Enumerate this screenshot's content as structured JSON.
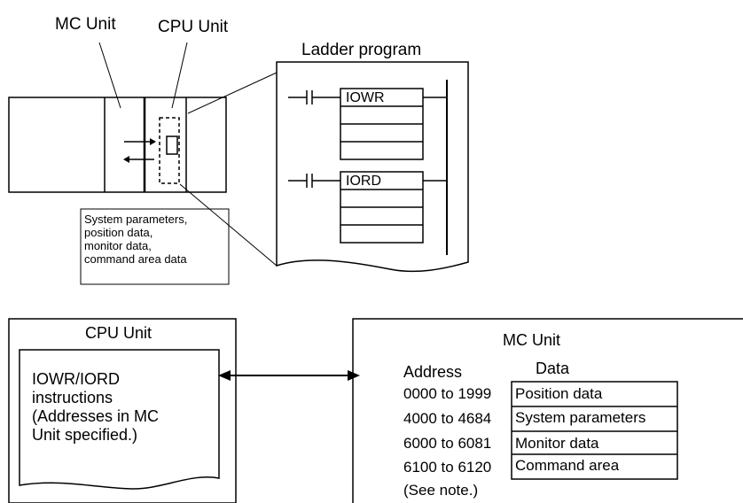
{
  "top": {
    "mc_unit_label": "MC Unit",
    "cpu_unit_label": "CPU Unit",
    "ladder_title": "Ladder program",
    "iowr_label": "IOWR",
    "iord_label": "IORD",
    "data_note": "System parameters,\nposition data,\nmonitor data,\ncommand area data"
  },
  "bottom": {
    "cpu_title": "CPU Unit",
    "cpu_text": "IOWR/IORD\ninstructions\n(Addresses in MC\nUnit specified.)",
    "mc_title": "MC Unit",
    "address_header": "Address",
    "data_header": "Data",
    "rows": [
      {
        "address": "0000 to 1999",
        "data": "Position data"
      },
      {
        "address": "4000 to 4684",
        "data": "System parameters"
      },
      {
        "address": "6000 to 6081",
        "data": "Monitor data"
      },
      {
        "address": "6100 to 6120",
        "data": "Command area"
      }
    ],
    "see_note": "(See note.)"
  }
}
